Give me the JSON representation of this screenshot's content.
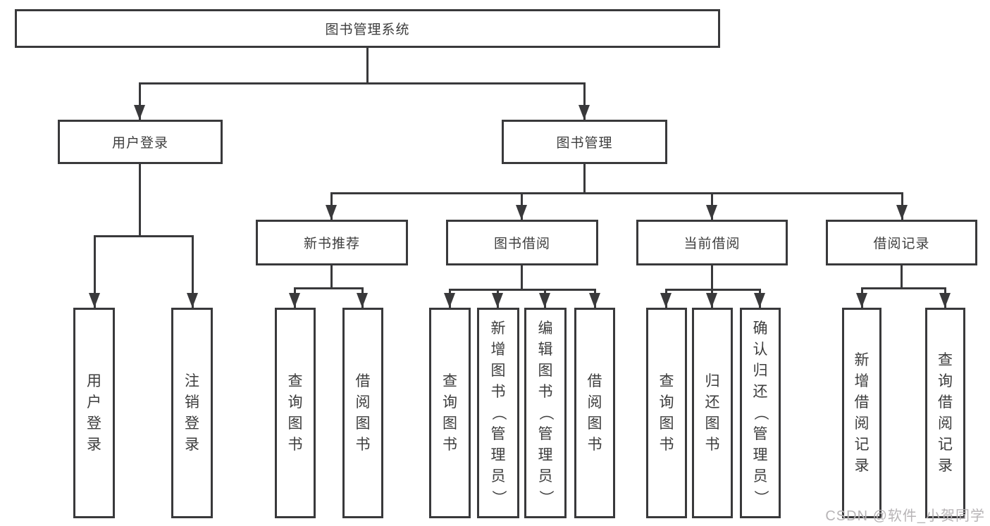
{
  "diagram": {
    "title": "图书管理系统",
    "root": {
      "label": "图书管理系统"
    },
    "branches": [
      {
        "label": "用户登录",
        "children": [
          {
            "label": "用户登录"
          },
          {
            "label": "注销登录"
          }
        ]
      },
      {
        "label": "图书管理",
        "children": [
          {
            "label": "新书推荐",
            "children": [
              {
                "label": "查询图书"
              },
              {
                "label": "借阅图书"
              }
            ]
          },
          {
            "label": "图书借阅",
            "children": [
              {
                "label": "查询图书"
              },
              {
                "label": "新增图书（管理员）"
              },
              {
                "label": "编辑图书（管理员）"
              },
              {
                "label": "借阅图书"
              }
            ]
          },
          {
            "label": "当前借阅",
            "children": [
              {
                "label": "查询图书"
              },
              {
                "label": "归还图书"
              },
              {
                "label": "确认归还（管理员）"
              }
            ]
          },
          {
            "label": "借阅记录",
            "children": [
              {
                "label": "新增借阅记录"
              },
              {
                "label": "查询借阅记录"
              }
            ]
          }
        ]
      }
    ]
  },
  "watermark": {
    "text": "CSDN @软件_小贺同学"
  },
  "colors": {
    "line": "#39393b",
    "text": "#3d3d3d",
    "watermark": "#b7b4b6",
    "background": "#ffffff"
  }
}
